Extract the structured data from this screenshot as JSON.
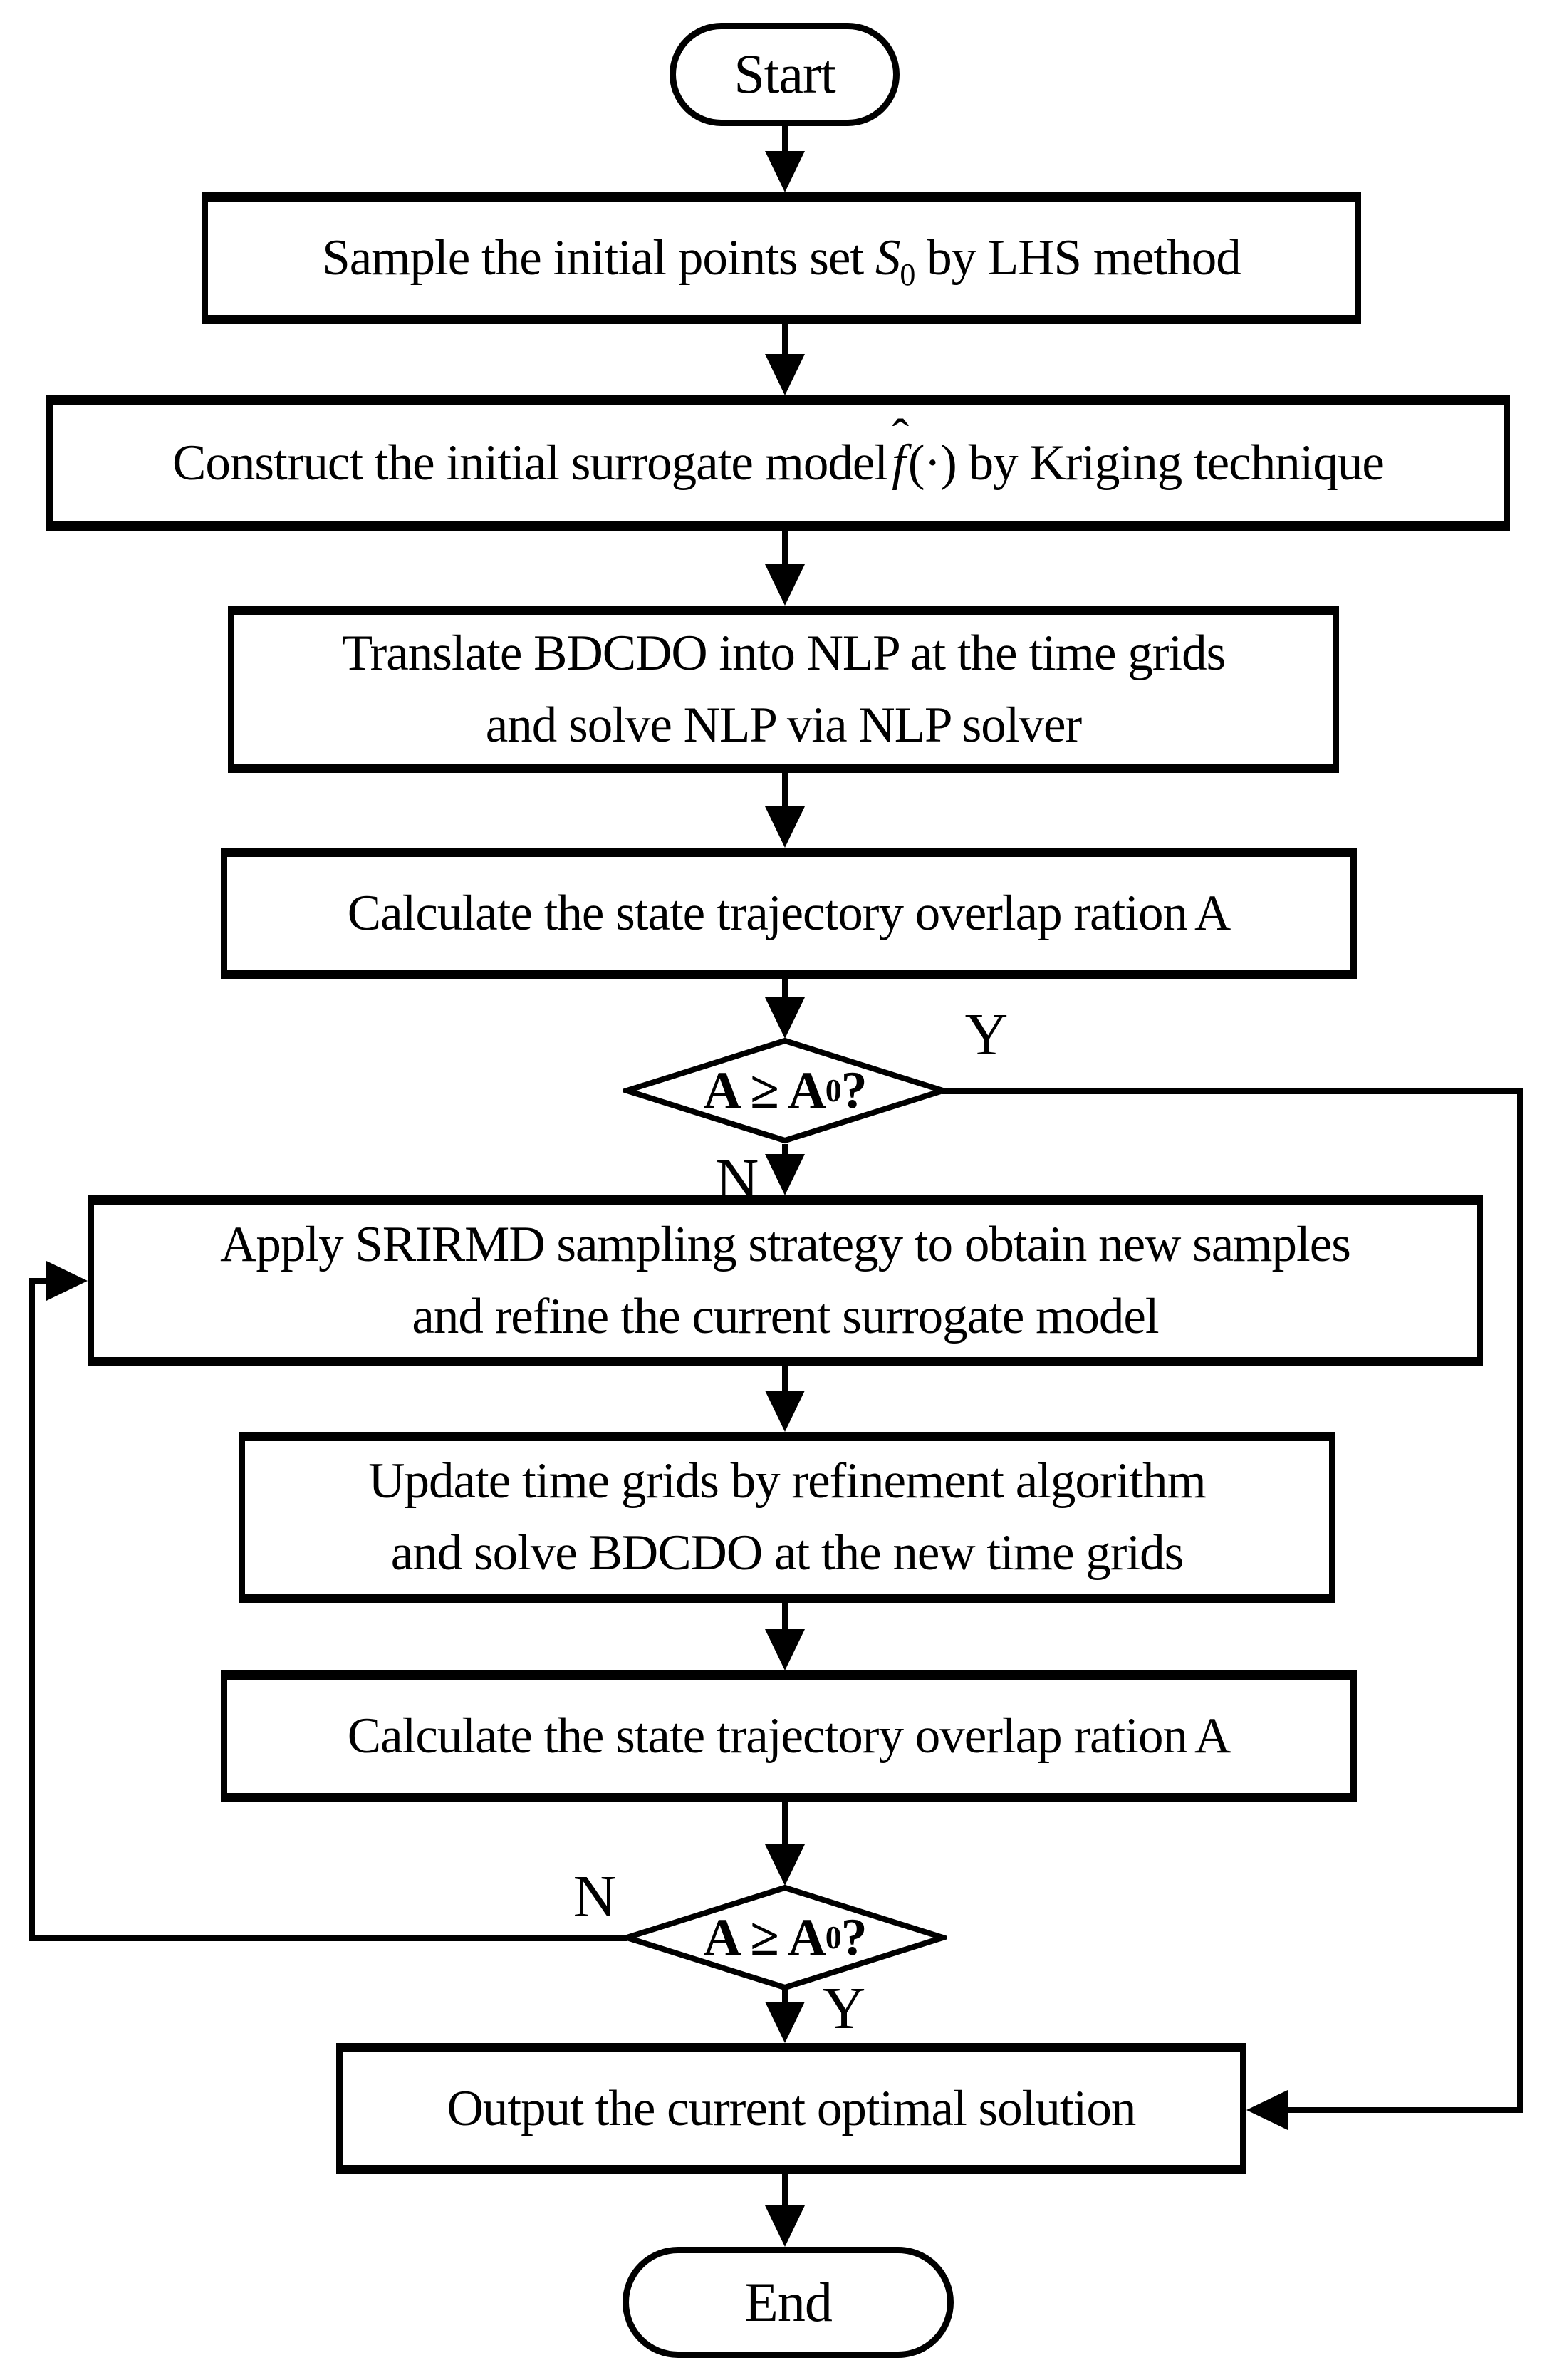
{
  "title": "BDCDO surrogate-based optimization flowchart",
  "colors": {
    "line": "#000000",
    "background": "#ffffff",
    "text": "#000000"
  },
  "nodes": {
    "start": {
      "label": "Start"
    },
    "sample": {
      "pre": "Sample the initial points set ",
      "var": "S",
      "sub": "0",
      "post": " by LHS method"
    },
    "construct": {
      "pre": "Construct the initial surrogate model",
      "fvar": "f",
      "hat": "ˆ",
      "paren": "(·)",
      "post": " by Kriging technique"
    },
    "translate": {
      "line1": "Translate BDCDO into NLP at the time grids",
      "line2": "and solve NLP via NLP solver"
    },
    "calc1": {
      "pre": "Calculate the state trajectory overlap ration",
      "var": "A"
    },
    "decision1": {
      "pre": "A ≥ A",
      "sub": "0",
      "post": " ?"
    },
    "apply": {
      "line1": "Apply SRIRMD sampling strategy to obtain new samples",
      "line2": "and refine the current surrogate model"
    },
    "update": {
      "line1": "Update time grids by refinement algorithm",
      "line2": "and solve BDCDO at the new time grids"
    },
    "calc2": {
      "pre": "Calculate the state trajectory overlap ration",
      "var": "A"
    },
    "decision2": {
      "pre": "A ≥ A",
      "sub": "0",
      "post": " ?"
    },
    "output": {
      "label": "Output the current optimal solution"
    },
    "end": {
      "label": "End"
    }
  },
  "edge_labels": {
    "d1_yes": "Y",
    "d1_no": "N",
    "d2_no": "N",
    "d2_yes": "Y"
  }
}
